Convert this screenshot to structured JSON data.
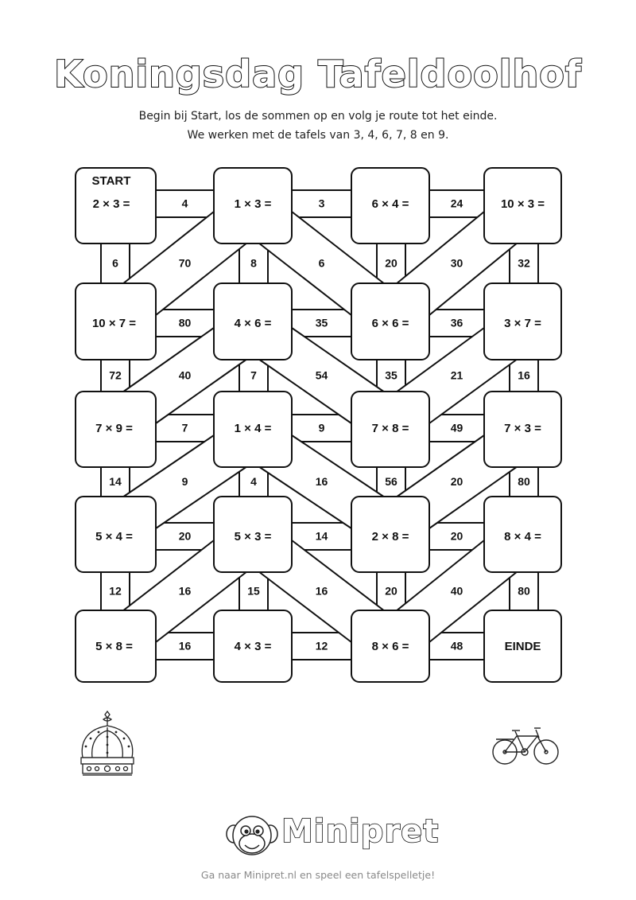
{
  "header": {
    "title": "Koningsdag Tafeldoolhof",
    "instructions_line1": "Begin bij Start, los de sommen op en volg je route tot het einde.",
    "instructions_line2": "We werken met de tafels van 3, 4, 6, 7, 8 en 9."
  },
  "maze": {
    "start_label": "START",
    "end_label": "EINDE",
    "cells": [
      [
        "2 × 3 =",
        "1 × 3 =",
        "6 × 4 =",
        "10 × 3 ="
      ],
      [
        "10 × 7 =",
        "4 × 6 =",
        "6 × 6 =",
        "3 × 7 ="
      ],
      [
        "7 × 9 =",
        "1 × 4 =",
        "7 × 8 =",
        "7 × 3 ="
      ],
      [
        "5 × 4 =",
        "5 × 3 =",
        "2 × 8 =",
        "8 × 4 ="
      ],
      [
        "5 × 8 =",
        "4 × 3 =",
        "8 × 6 =",
        "EINDE"
      ]
    ],
    "horizontal_paths": [
      [
        "4",
        "3",
        "24"
      ],
      [
        "80",
        "35",
        "36"
      ],
      [
        "7",
        "9",
        "49"
      ],
      [
        "20",
        "14",
        "20"
      ],
      [
        "16",
        "12",
        "48"
      ]
    ],
    "between_rows": [
      {
        "vertical": [
          "6",
          "8",
          "20",
          "32"
        ],
        "diagonal": [
          "70",
          "6",
          "30"
        ]
      },
      {
        "vertical": [
          "72",
          "7",
          "35",
          "16"
        ],
        "diagonal": [
          "40",
          "54",
          "21"
        ]
      },
      {
        "vertical": [
          "14",
          "4",
          "56",
          "80"
        ],
        "diagonal": [
          "9",
          "16",
          "20"
        ]
      },
      {
        "vertical": [
          "12",
          "15",
          "20",
          "80"
        ],
        "diagonal": [
          "16",
          "16",
          "40"
        ]
      }
    ]
  },
  "decorations": {
    "left_image": "crown-icon",
    "right_image": "bicycle-icon"
  },
  "branding": {
    "logo_text": "Minipret",
    "footer": "Ga naar Minipret.nl en speel een tafelspelletje!"
  }
}
